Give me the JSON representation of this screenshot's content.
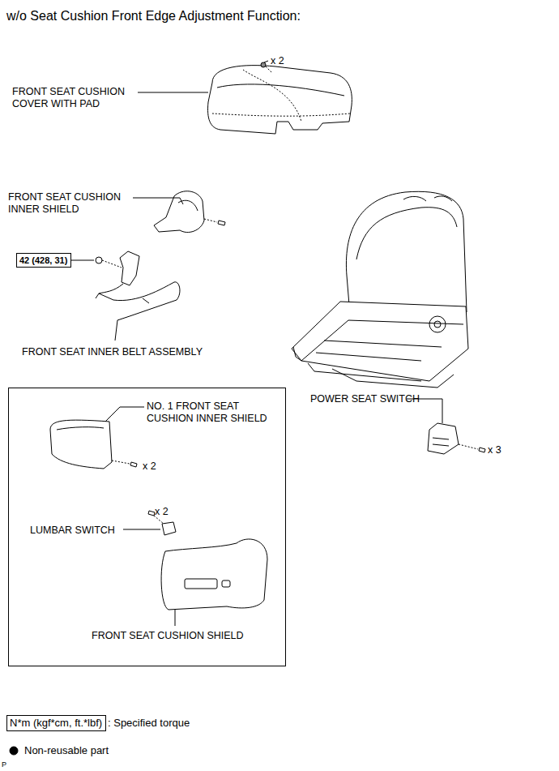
{
  "diagram": {
    "title": "w/o Seat Cushion Front Edge Adjustment Function:",
    "nodes": [
      {
        "text": [
          "42 (428, 31)"
        ]
      },
      {
        "text": [
          "N*m (kgf*cm, ft.*lbf)"
        ]
      },
      {
        "text": [
          "NO. 1 FRONT SEAT CUSHION INNER SHIELD",
          "x 2",
          "x 2",
          "LUMBAR SWITCH",
          "FRONT SEAT CUSHION SHIELD"
        ]
      }
    ],
    "labels": [
      "x 2",
      "FRONT SEAT CUSHION COVER WITH PAD",
      "FRONT SEAT CUSHION INNER SHIELD",
      "FRONT SEAT INNER BELT ASSEMBLY",
      "POWER SEAT SWITCH",
      "x 3",
      "P"
    ],
    "legend": [
      {
        "text": ": Specified torque"
      },
      {
        "text": "Non-reusable part"
      }
    ]
  }
}
